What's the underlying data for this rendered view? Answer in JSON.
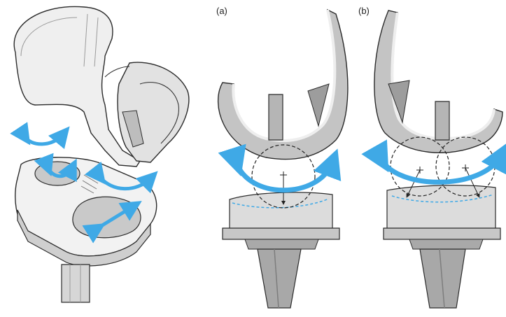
{
  "figure": {
    "panel_labels": {
      "a": "(a)",
      "b": "(b)"
    },
    "colors": {
      "arrow_blue": "#3fa9e6",
      "metal_light": "#d9d9d9",
      "metal_mid": "#bdbdbd",
      "metal_dark": "#8a8a8a",
      "outline": "#2b2b2b",
      "dashed": "#222222"
    },
    "icons": [
      "curved-double-arrow",
      "straight-double-arrow",
      "dashed-circle",
      "crosshair"
    ]
  }
}
